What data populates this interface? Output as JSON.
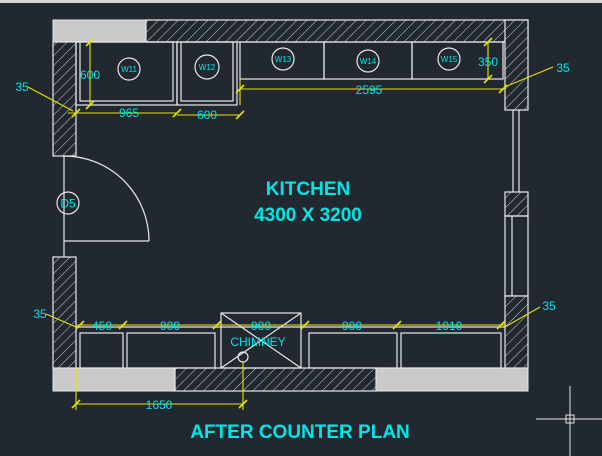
{
  "room": {
    "name": "KITCHEN",
    "size": "4300 X 3200"
  },
  "plan_title": "AFTER COUNTER PLAN",
  "door_tag": "D5",
  "chimney_label": "CHIMNEY",
  "wall_cabinets": [
    "W11",
    "W12",
    "W13",
    "W14",
    "W15"
  ],
  "dimensions": {
    "w11_depth": "600",
    "w11_width": "965",
    "w12_width": "600",
    "upper_run": "2595",
    "w15_depth": "350",
    "top_left_offset": "35",
    "top_right_offset": "35",
    "bottom_left_offset": "35",
    "bottom_right_offset": "35",
    "base_1": "450",
    "base_2": "900",
    "base_3": "900",
    "base_4": "900",
    "base_5": "1010",
    "chimney_offset": "1650"
  }
}
